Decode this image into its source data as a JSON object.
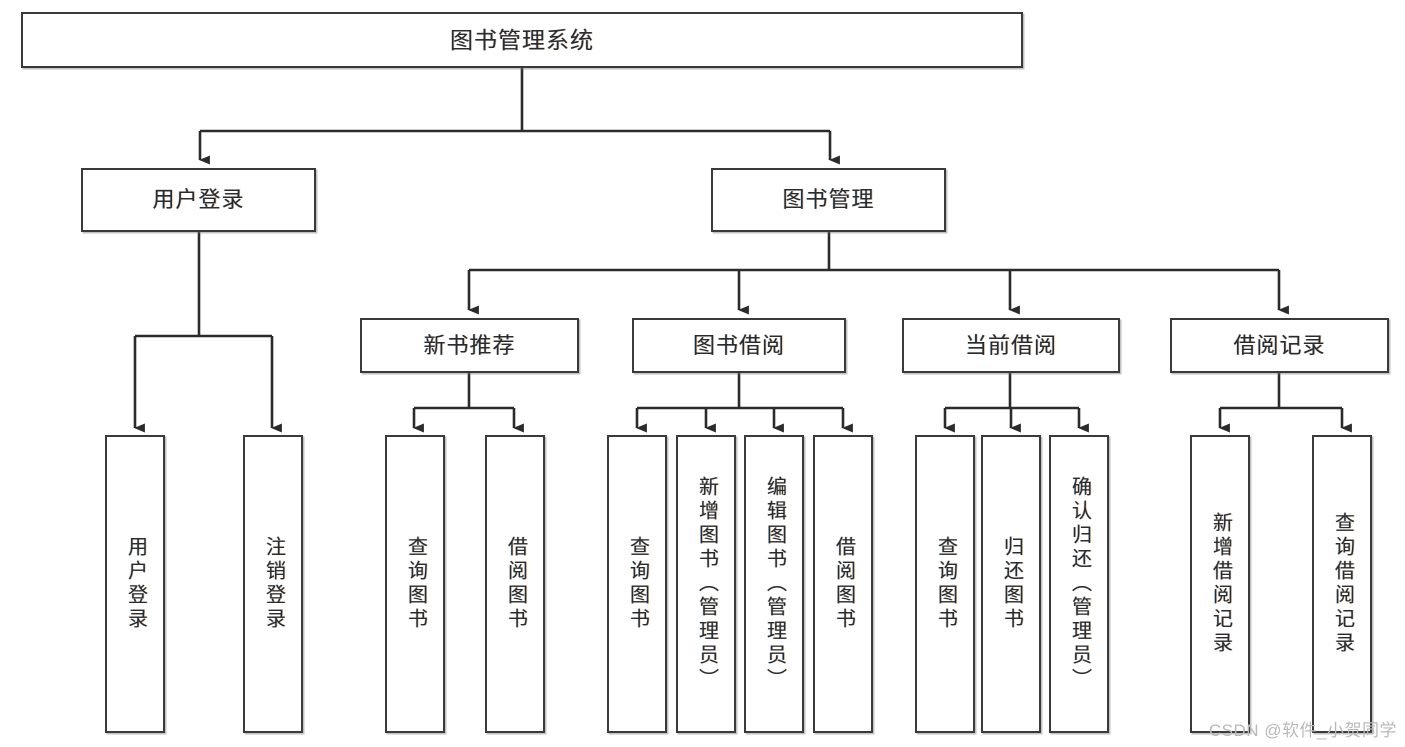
{
  "diagram": {
    "type": "tree",
    "title": "图书管理系统",
    "watermark": "CSDN @软件_小贺同学",
    "colors": {
      "box_border": "#3a3a3a",
      "box_fill": "#ffffff",
      "connector": "#2b2b2b",
      "text": "#2b2b2b",
      "watermark": "#b9b9b9"
    },
    "levels": {
      "root": {
        "label": "图书管理系统"
      },
      "level2": [
        {
          "label": "用户登录"
        },
        {
          "label": "图书管理"
        }
      ],
      "level3": [
        {
          "label": "新书推荐"
        },
        {
          "label": "图书借阅"
        },
        {
          "label": "当前借阅"
        },
        {
          "label": "借阅记录"
        }
      ]
    },
    "leaves": {
      "user_login": [
        {
          "label": "用户登录"
        },
        {
          "label": "注销登录"
        }
      ],
      "new_book_recommend": [
        {
          "label": "查询图书"
        },
        {
          "label": "借阅图书"
        }
      ],
      "book_borrow": [
        {
          "label": "查询图书"
        },
        {
          "label": "新增图书（管理员）"
        },
        {
          "label": "编辑图书（管理员）"
        },
        {
          "label": "借阅图书"
        }
      ],
      "current_borrow": [
        {
          "label": "查询图书"
        },
        {
          "label": "归还图书"
        },
        {
          "label": "确认归还（管理员）"
        }
      ],
      "borrow_record": [
        {
          "label": "新增借阅记录"
        },
        {
          "label": "查询借阅记录"
        }
      ]
    }
  }
}
